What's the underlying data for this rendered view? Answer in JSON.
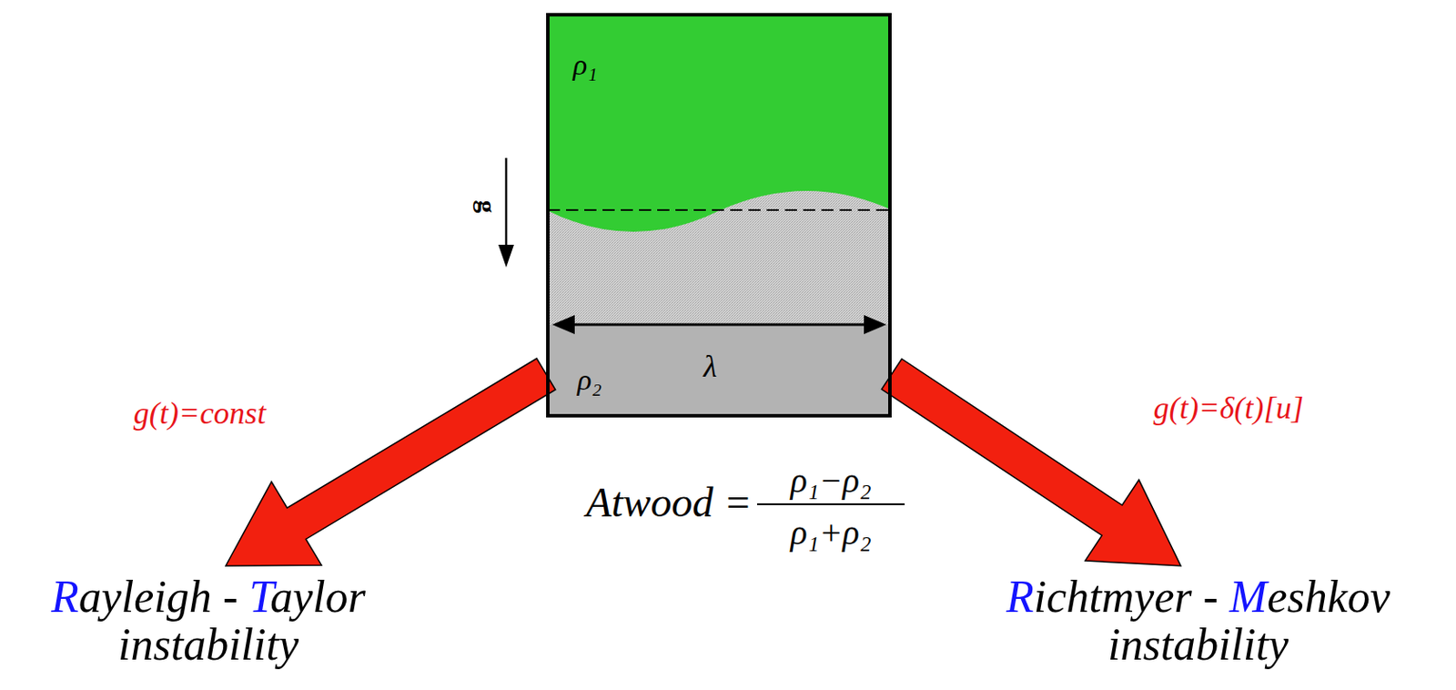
{
  "diagram": {
    "nodes": [
      {
        "text": [
          "ρ₁",
          "λ",
          "ρ₂"
        ]
      },
      {
        "text": [
          "Rayleigh - Taylor instability"
        ]
      },
      {
        "text": [
          "Richtmyer - Meshkov instability"
        ]
      }
    ],
    "edges": [
      {
        "from": 0,
        "to": 1,
        "arrow": "to",
        "label": "g(t)=const"
      },
      {
        "from": 0,
        "to": 2,
        "arrow": "to",
        "label": "g(t)=δ(t)[u]"
      }
    ],
    "labels": [
      "g",
      "Atwood =",
      "ρ₁−ρ₂",
      "ρ₁+ρ₂"
    ]
  }
}
